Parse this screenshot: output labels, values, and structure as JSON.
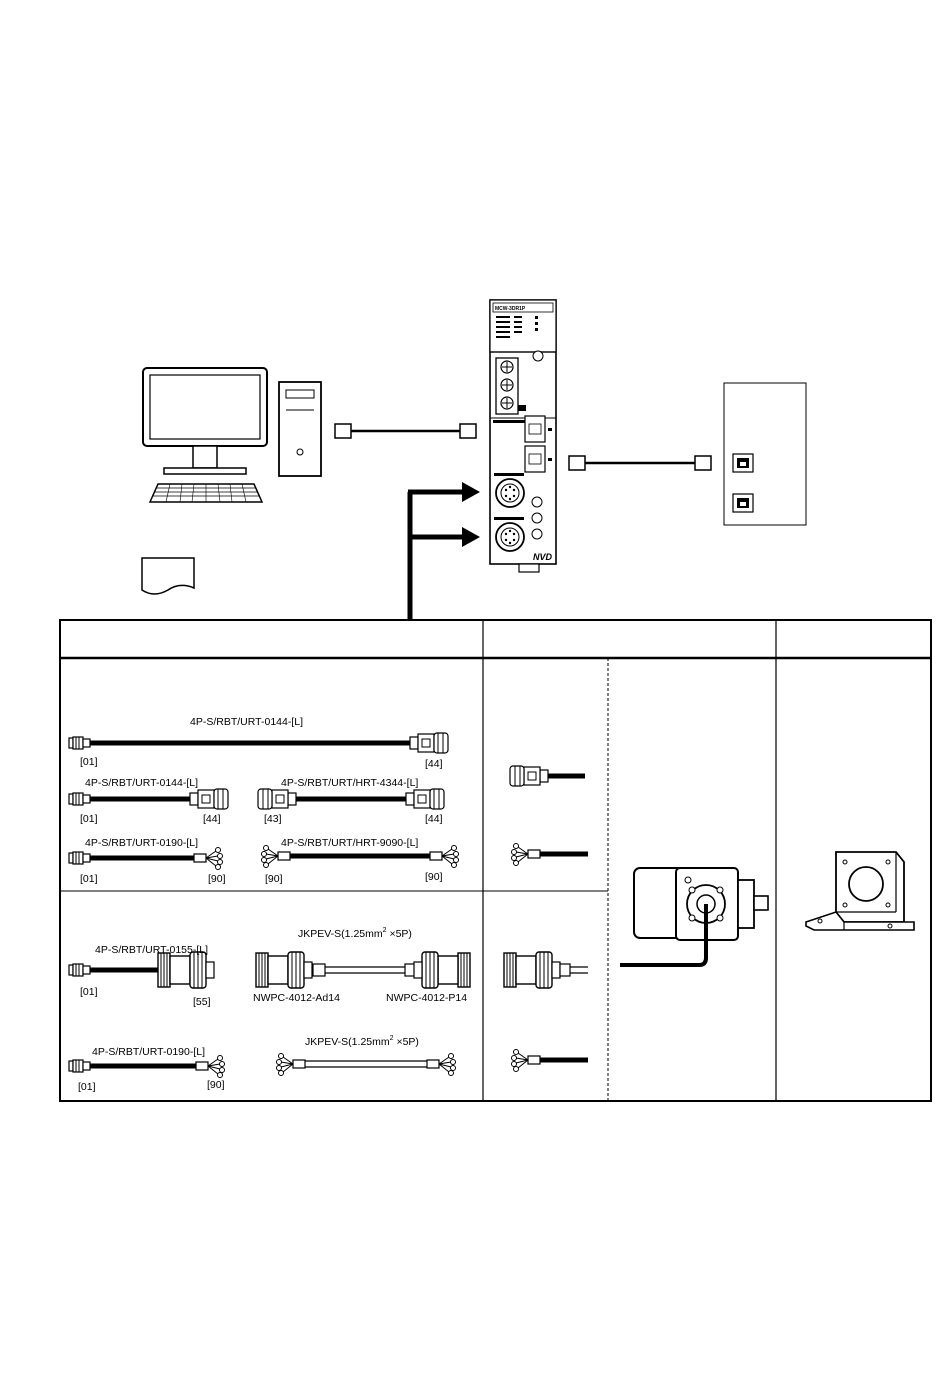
{
  "unit": {
    "model": "MCW-3DR1P",
    "brand": "NVD"
  },
  "cables": {
    "c1_name": "4P-S/RBT/URT-0144-[L]",
    "c1_left": "[01]",
    "c1_right": "[44]",
    "c2_name": "4P-S/RBT/URT-0144-[L]",
    "c2_left": "[01]",
    "c2_right": "[44]",
    "c3_name": "4P-S/RBT/URT/HRT-4344-[L]",
    "c3_left": "[43]",
    "c3_right": "[44]",
    "c4_name": "4P-S/RBT/URT-0190-[L]",
    "c4_left": "[01]",
    "c4_right": "[90]",
    "c5_name": "4P-S/RBT/URT/HRT-9090-[L]",
    "c5_left": "[90]",
    "c5_right": "[90]",
    "c6_name": "4P-S/RBT/URT-0155-[L]",
    "c6_left": "[01]",
    "c6_right": "[55]",
    "jk1_name": "JKPEV-S(1.25mm",
    "jk_sup": "2",
    "jk1_suffix": " ×5P)",
    "nwpc_left": "NWPC-4012-Ad14",
    "nwpc_right": "NWPC-4012-P14",
    "c7_name": "4P-S/RBT/URT-0190-[L]",
    "c7_left": "[01]",
    "c7_right": "[90]",
    "jk2_name": "JKPEV-S(1.25mm",
    "jk2_suffix": " ×5P)"
  }
}
